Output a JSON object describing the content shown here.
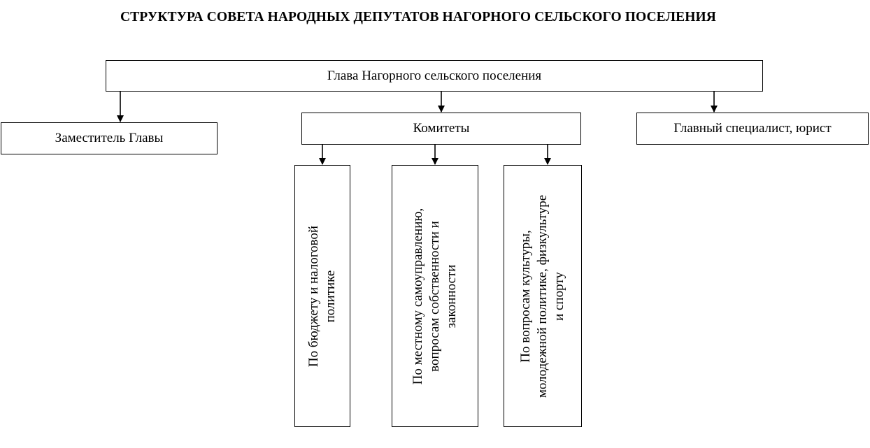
{
  "title": "СТРУКТУРА СОВЕТА НАРОДНЫХ ДЕПУТАТОВ НАГОРНОГО СЕЛЬСКОГО ПОСЕЛЕНИЯ",
  "head": "Глава Нагорного сельского поселения",
  "deputy": "Заместитель Главы",
  "committees_label": "Комитеты",
  "specialist": "Главный специалист, юрист",
  "committees": [
    {
      "label": "По бюджету и налоговой\nполитике"
    },
    {
      "label": "По местному самоуправлению,\nвопросам собственности и\nзаконности"
    },
    {
      "label": "По вопросам культуры,\nмолодежной политике, физкультуре\nи спорту"
    }
  ]
}
